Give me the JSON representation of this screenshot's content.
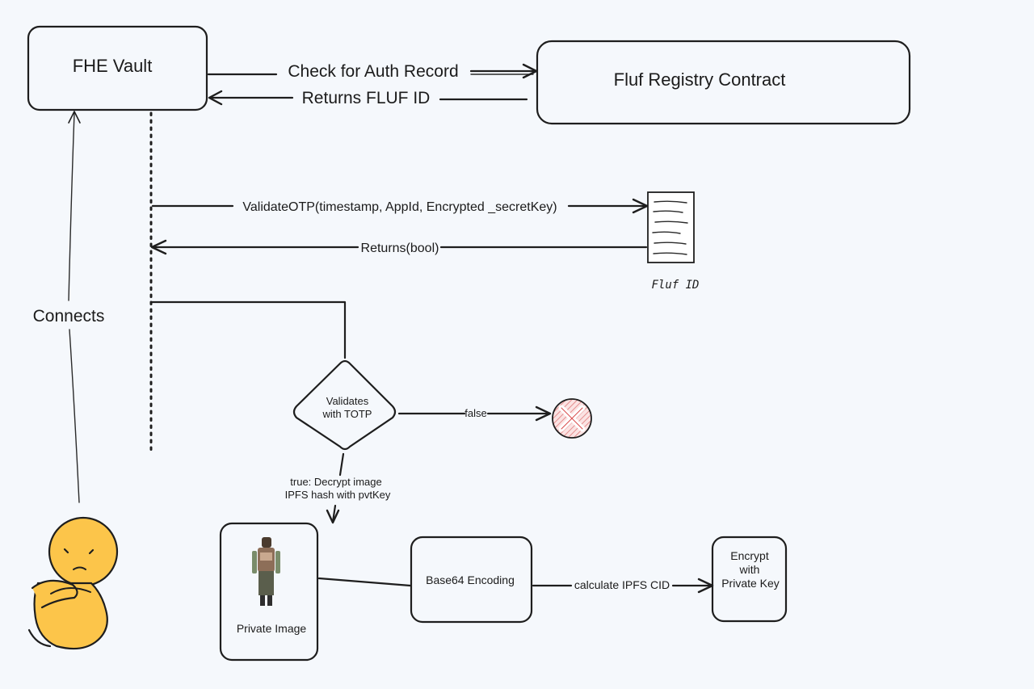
{
  "nodes": {
    "fhe_vault": "FHE Vault",
    "fluf_registry": "Fluf Registry Contract",
    "fluf_id": "Fluf ID",
    "validates": [
      "Validates",
      "with TOTP"
    ],
    "private_image": "Private Image",
    "base64": "Base64 Encoding",
    "encrypt": [
      "Encrypt",
      "with",
      "Private Key"
    ]
  },
  "edges": {
    "check_auth": "Check for Auth Record",
    "returns_fluf_id": "Returns FLUF ID",
    "validate_otp": "ValidateOTP(timestamp, AppId, Encrypted _secretKey)",
    "returns_bool": "Returns(bool)",
    "false_label": "false",
    "true_label": [
      "true: Decrypt image",
      "IPFS hash with pvtKey"
    ],
    "calculate_cid": "calculate IPFS CID",
    "connects": "Connects"
  },
  "colors": {
    "background": "#f5f8fc",
    "stroke": "#1e1e1e",
    "person": "#fcc54a",
    "reject": "#e63946"
  },
  "icons": {
    "reject": "x-circle-icon",
    "person": "sad-person-icon",
    "document": "document-icon",
    "figure": "character-figure-icon"
  }
}
